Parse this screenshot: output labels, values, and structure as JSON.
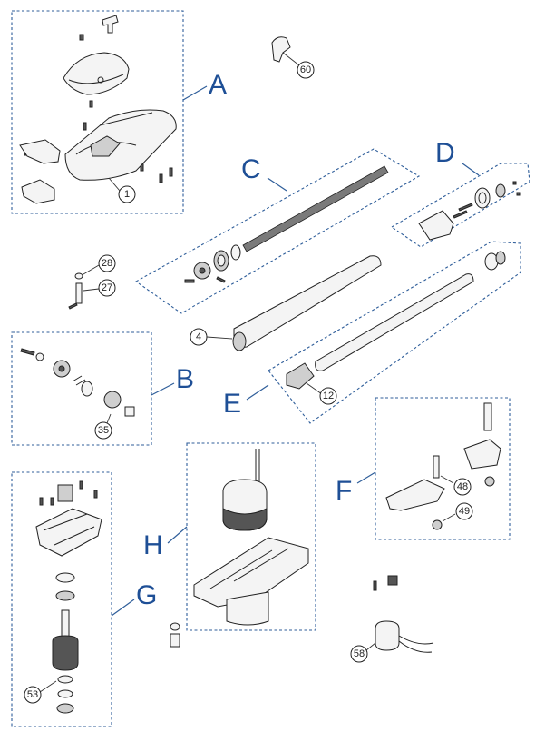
{
  "groups": {
    "A": "A",
    "B": "B",
    "C": "C",
    "D": "D",
    "E": "E",
    "F": "F",
    "G": "G",
    "H": "H"
  },
  "callouts": {
    "c1": "1",
    "c4": "4",
    "c12": "12",
    "c27": "27",
    "c28": "28",
    "c35": "35",
    "c48": "48",
    "c49": "49",
    "c53": "53",
    "c58": "58",
    "c60": "60"
  },
  "colors": {
    "box_stroke": "#2f5e9a",
    "letter_color": "#1e4f96"
  }
}
